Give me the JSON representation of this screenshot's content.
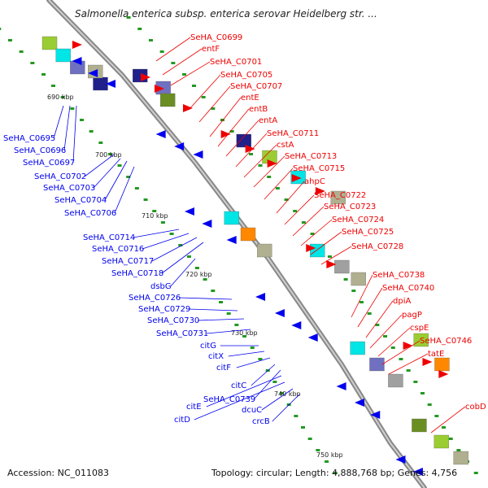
{
  "title": "Salmonella enterica subsp. enterica serovar Heidelberg str. ...",
  "footer": {
    "accession": "Accession: NC_011083",
    "topology": "Topology: circular; Length: 4,888,768 bp; Genes: 4,756"
  },
  "colors": {
    "forward": "#ee0000",
    "reverse": "#0000ee",
    "backbone": "#999999",
    "dots": "#229922"
  },
  "kbp_ticks": [
    "690 kbp",
    "700 kbp",
    "710 kbp",
    "720 kbp",
    "730 kbp",
    "740 kbp",
    "750 kbp"
  ],
  "red_labels": [
    "SeHA_C0699",
    "entF",
    "SeHA_C0701",
    "SeHA_C0705",
    "SeHA_C0707",
    "entE",
    "entB",
    "entA",
    "SeHA_C0711",
    "cstA",
    "SeHA_C0713",
    "SeHA_C0715",
    "ahpC",
    "SeHA_C0722",
    "SeHA_C0723",
    "SeHA_C0724",
    "SeHA_C0725",
    "SeHA_C0728",
    "SeHA_C0738",
    "SeHA_C0740",
    "dpiA",
    "pagP",
    "cspE",
    "SeHA_C0746",
    "tatE",
    "cobD"
  ],
  "blue_labels": [
    "SeHA_C0695",
    "SeHA_C0696",
    "SeHA_C0697",
    "SeHA_C0702",
    "SeHA_C0703",
    "SeHA_C0704",
    "SeHA_C0706",
    "SeHA_C0714",
    "SeHA_C0716",
    "SeHA_C0717",
    "SeHA_C0718",
    "dsbG",
    "SeHA_C0726",
    "SeHA_C0729",
    "SeHA_C0730",
    "SeHA_C0731",
    "citG",
    "citX",
    "citF",
    "citC",
    "SeHA_C0739",
    "citE",
    "citD",
    "dcuC",
    "crcB"
  ]
}
